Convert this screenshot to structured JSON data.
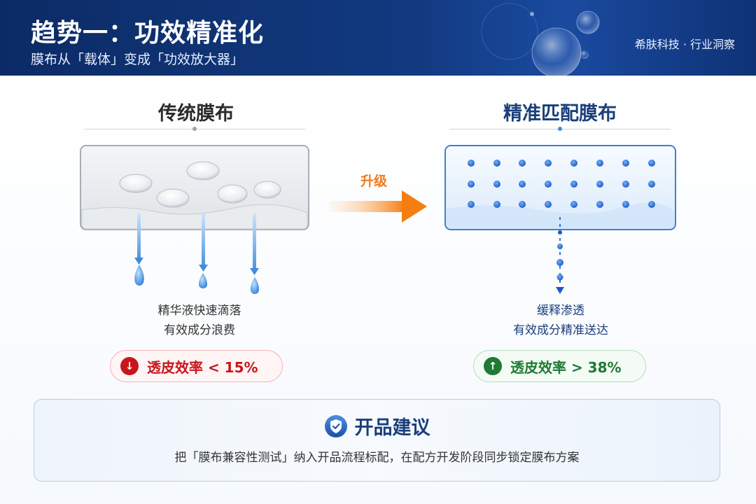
{
  "header": {
    "title": "趋势一：功效精准化",
    "subtitle": "膜布从「载体」变成「功效放大器」",
    "brand": "希肤科技 · 行业洞察"
  },
  "left": {
    "title": "传统膜布",
    "caption_line1": "精华液快速滴落",
    "caption_line2": "有效成分浪费",
    "stat": "透皮效率 < 15%",
    "stat_icon": "arrow-down-icon",
    "color": "#c8161d"
  },
  "arrow": {
    "label": "升级",
    "color": "#f07a1a"
  },
  "right": {
    "title": "精准匹配膜布",
    "caption_line1": "缓释渗透",
    "caption_line2": "有效成分精准送达",
    "stat": "透皮效率 > 38%",
    "stat_icon": "arrow-up-icon",
    "color": "#1e7a34"
  },
  "advice": {
    "title": "开品建议",
    "text": "把「膜布兼容性测试」纳入开品流程标配，在配方开发阶段同步锁定膜布方案",
    "icon": "shield-check-icon"
  },
  "colors": {
    "header_bg": "#123a80",
    "accent_blue": "#1a57c6",
    "title_dark": "#1a3f7a"
  }
}
